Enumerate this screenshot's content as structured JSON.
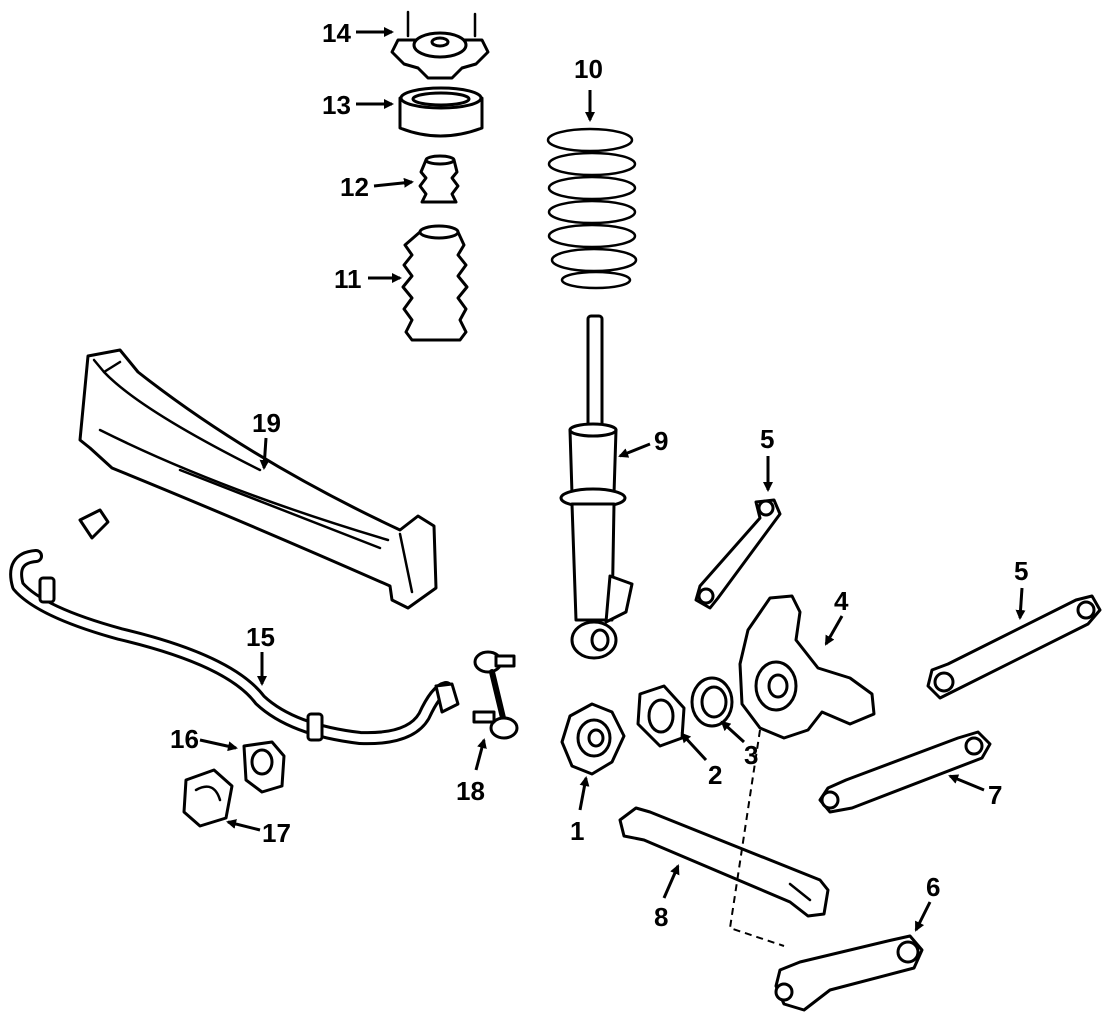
{
  "diagram": {
    "callouts": [
      {
        "id": "c1",
        "text": "1"
      },
      {
        "id": "c2",
        "text": "2"
      },
      {
        "id": "c3",
        "text": "3"
      },
      {
        "id": "c4",
        "text": "4"
      },
      {
        "id": "c5a",
        "text": "5"
      },
      {
        "id": "c5b",
        "text": "5"
      },
      {
        "id": "c6",
        "text": "6"
      },
      {
        "id": "c7",
        "text": "7"
      },
      {
        "id": "c8",
        "text": "8"
      },
      {
        "id": "c9",
        "text": "9"
      },
      {
        "id": "c10",
        "text": "10"
      },
      {
        "id": "c11",
        "text": "11"
      },
      {
        "id": "c12",
        "text": "12"
      },
      {
        "id": "c13",
        "text": "13"
      },
      {
        "id": "c14",
        "text": "14"
      },
      {
        "id": "c15",
        "text": "15"
      },
      {
        "id": "c16",
        "text": "16"
      },
      {
        "id": "c17",
        "text": "17"
      },
      {
        "id": "c18",
        "text": "18"
      },
      {
        "id": "c19",
        "text": "19"
      }
    ]
  }
}
